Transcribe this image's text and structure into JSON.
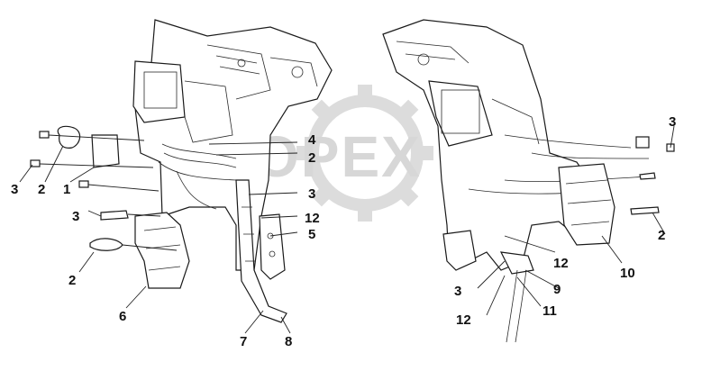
{
  "watermark": {
    "text": "OPEX",
    "color": "#d7d7d7"
  },
  "colors": {
    "ink": "#1a1a1a",
    "background": "#ffffff"
  },
  "callouts": [
    {
      "id": "left-1",
      "label": "1"
    },
    {
      "id": "left-2a",
      "label": "2"
    },
    {
      "id": "left-3a",
      "label": "3"
    },
    {
      "id": "left-3b",
      "label": "3"
    },
    {
      "id": "left-2b",
      "label": "2"
    },
    {
      "id": "left-4",
      "label": "4"
    },
    {
      "id": "left-2c",
      "label": "2"
    },
    {
      "id": "left-3c",
      "label": "3"
    },
    {
      "id": "left-12",
      "label": "12"
    },
    {
      "id": "left-5",
      "label": "5"
    },
    {
      "id": "left-6",
      "label": "6"
    },
    {
      "id": "left-7",
      "label": "7"
    },
    {
      "id": "left-8",
      "label": "8"
    },
    {
      "id": "right-3a",
      "label": "3"
    },
    {
      "id": "right-2",
      "label": "2"
    },
    {
      "id": "right-10",
      "label": "10"
    },
    {
      "id": "right-12a",
      "label": "12"
    },
    {
      "id": "right-9",
      "label": "9"
    },
    {
      "id": "right-3b",
      "label": "3"
    },
    {
      "id": "right-11",
      "label": "11"
    },
    {
      "id": "right-12b",
      "label": "12"
    }
  ]
}
